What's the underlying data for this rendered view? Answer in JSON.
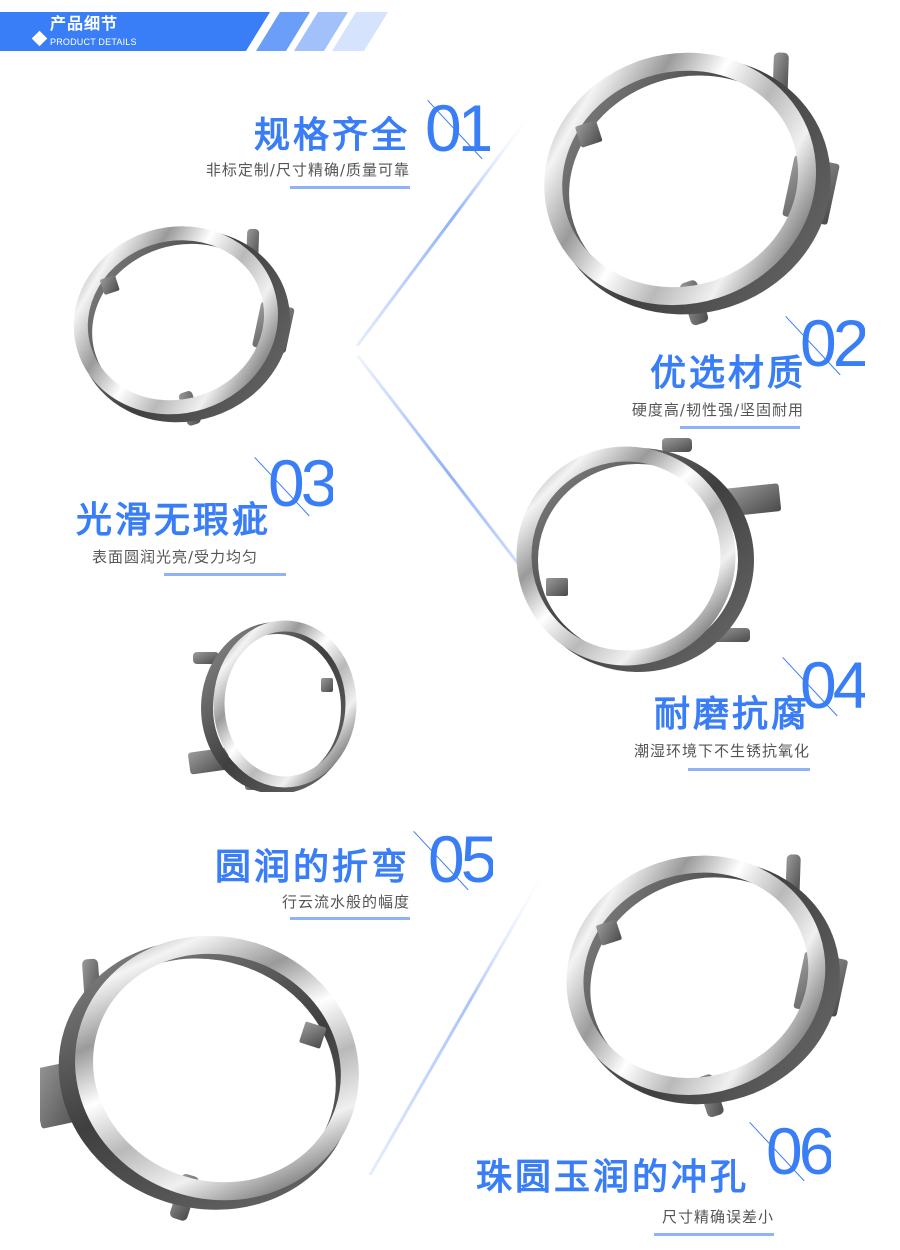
{
  "header": {
    "title": "产品细节",
    "subtitle": "PRODUCT DETAILS",
    "icon": "diamond-icon",
    "colors": {
      "primary": "#3a7ef7",
      "stripe1": "#6a9ef8",
      "stripe2": "#a2c1fa",
      "stripe3": "#d6e3fc"
    }
  },
  "features": [
    {
      "number": "01",
      "title": "规格齐全",
      "subtitle": "非标定制/尺寸精确/质量可靠"
    },
    {
      "number": "02",
      "title": "优选材质",
      "subtitle": "硬度高/韧性强/坚固耐用"
    },
    {
      "number": "03",
      "title": "光滑无瑕疵",
      "subtitle": "表面圆润光亮/受力均匀"
    },
    {
      "number": "04",
      "title": "耐磨抗腐",
      "subtitle": "潮湿环境下不生锈抗氧化"
    },
    {
      "number": "05",
      "title": "圆润的折弯",
      "subtitle": "行云流水般的幅度"
    },
    {
      "number": "06",
      "title": "珠圆玉润的冲孔",
      "subtitle": "尺寸精确误差小"
    }
  ],
  "images": [
    {
      "name": "ring-product-1"
    },
    {
      "name": "ring-product-2"
    },
    {
      "name": "ring-product-3"
    },
    {
      "name": "ring-product-4"
    },
    {
      "name": "ring-product-5"
    },
    {
      "name": "ring-product-6"
    }
  ],
  "colors": {
    "accent": "#3a7ef7",
    "underline": "#8fb2f8",
    "subtitle_text": "#555555"
  }
}
